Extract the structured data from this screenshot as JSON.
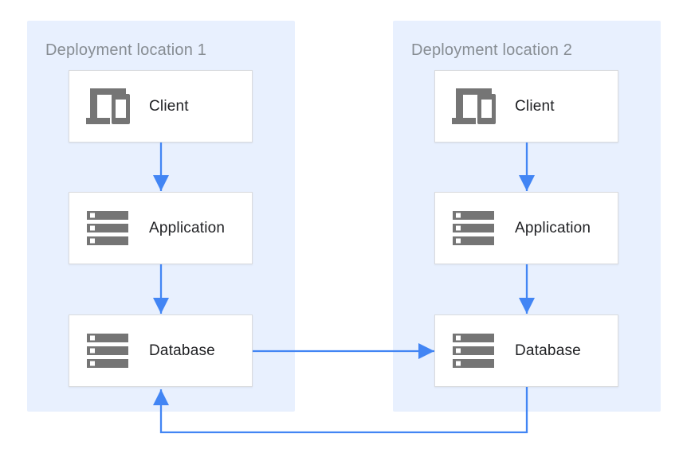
{
  "diagram": {
    "kind": "deployment-architecture",
    "colors": {
      "panel_background": "#e8f0fe",
      "panel_title_text": "#878d93",
      "node_background": "#ffffff",
      "node_border": "#d9dbde",
      "node_label_text": "#202124",
      "icon_gray": "#757575",
      "arrow_blue": "#4285f4"
    },
    "panels": [
      {
        "title": "Deployment location 1",
        "nodes": [
          {
            "label": "Client",
            "icon": "devices-icon"
          },
          {
            "label": "Application",
            "icon": "server-stack-icon"
          },
          {
            "label": "Database",
            "icon": "server-stack-icon"
          }
        ]
      },
      {
        "title": "Deployment location 2",
        "nodes": [
          {
            "label": "Client",
            "icon": "devices-icon"
          },
          {
            "label": "Application",
            "icon": "server-stack-icon"
          },
          {
            "label": "Database",
            "icon": "server-stack-icon"
          }
        ]
      }
    ],
    "connections": [
      {
        "from": "location-1-client",
        "to": "location-1-application",
        "direction": "down"
      },
      {
        "from": "location-1-application",
        "to": "location-1-database",
        "direction": "down"
      },
      {
        "from": "location-2-client",
        "to": "location-2-application",
        "direction": "down"
      },
      {
        "from": "location-2-application",
        "to": "location-2-database",
        "direction": "down"
      },
      {
        "from": "location-1-database",
        "to": "location-2-database",
        "direction": "right"
      },
      {
        "from": "location-2-database",
        "to": "location-1-database",
        "direction": "loop-bottom"
      }
    ]
  }
}
